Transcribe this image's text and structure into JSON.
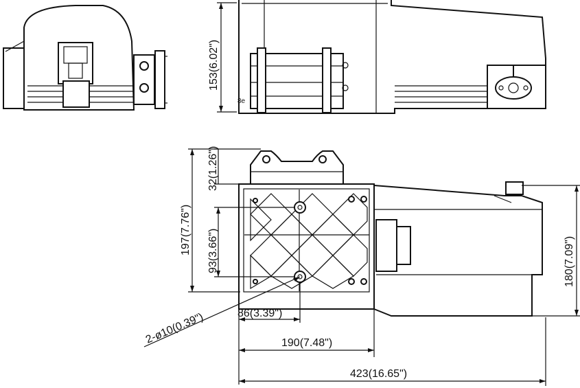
{
  "dimensions": {
    "height_side": "153(6.02\")",
    "hinge_height": "32(1.26\")",
    "total_height": "197(7.76\")",
    "hole_spacing_v": "93(3.66\")",
    "holes_note": "2-ø10(0.39\")",
    "hole_spacing_h": "86(3.39\")",
    "plate_length": "190(7.48\")",
    "total_length": "423(16.65\")",
    "total_width": "180(7.09\")"
  }
}
